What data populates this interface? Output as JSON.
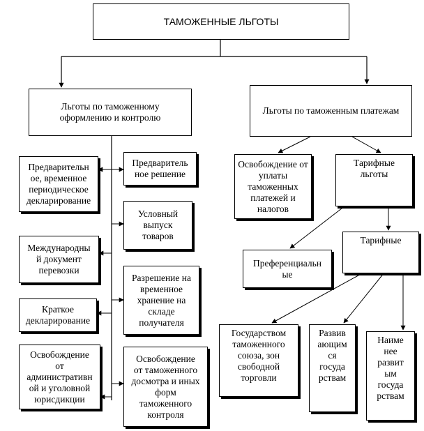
{
  "root": {
    "label": "ТАМОЖЕННЫЕ ЛЬГОТЫ"
  },
  "left_branch": {
    "header": "Льготы по таможенному\nоформлению и контролю",
    "left_column": [
      "Предварительн\nое, временное\nпериодическое\nдекларирование",
      "Международны\nй документ\nперевозки",
      "Краткое\nдекларирование",
      "Освобождение\nот\nадминистративн\nой и уголовной\nюрисдикции"
    ],
    "right_column": [
      "Предваритель\nное решение",
      "Условный\nвыпуск\nтоваров",
      "Разрешение на\nвременное\nхранение на\nскладе\nполучателя",
      "Освобождение\nот таможенного\nдосмотра и иных\nформ\nтаможенного\nконтроля"
    ]
  },
  "right_branch": {
    "header": "Льготы по таможенным платежам",
    "exemption": "Освобождение от\nуплаты\nтаможенных\nплатежей и\nналогов",
    "tariff_benefits": "Тарифные\nльготы",
    "preferential": "Преференциальн\nые",
    "tariff": "Тарифные",
    "tariff_children": [
      "Государством\nтаможенного\nсоюза, зон\nсвободной\nторговли",
      "Развив\nающим\nся\nгосуда\nрствам",
      "Наиме\nнее\nразвит\nым\nгосуда\nрствам"
    ]
  }
}
